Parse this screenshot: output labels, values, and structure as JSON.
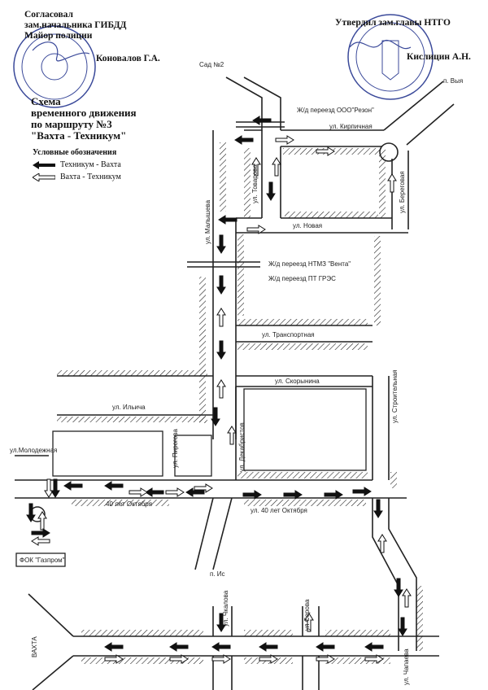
{
  "header_left": {
    "line1": "Согласовал",
    "line2": "зам.начальника ГИБДД",
    "line3": "Майор полиции",
    "signer": "Коновалов Г.А."
  },
  "header_right": {
    "line1": "Утвердил зам.главы НТГО",
    "signer": "Кислицин А.Н."
  },
  "title": {
    "line1": "Схема",
    "line2": "временного движения",
    "line3": "по маршруту №3",
    "line4": "\"Вахта - Техникум\""
  },
  "legend": {
    "heading": "Условные обозначения",
    "items": [
      {
        "label": "Техникум - Вахта",
        "style": "filled"
      },
      {
        "label": "Вахта - Техникум",
        "style": "hollow"
      }
    ]
  },
  "map_labels": {
    "sad2": "Сад №2",
    "rezon": "Ж/д переезд ООО\"Резон\"",
    "vyya": "п. Выя",
    "kirpichnaya": "ул. Кирпичная",
    "tovarova": "ул. Товарова",
    "beregovaya": "ул. Береговая",
    "novaya": "ул. Новая",
    "malysheva": "ул. Малышева",
    "ntmz": "Ж/д переезд НТМЗ \"Вента\"",
    "pt_gres": "Ж/д переезд ПТ ГРЭС",
    "transportnaya": "ул. Транспортная",
    "skorynina": "ул. Скорынина",
    "ilicha": "ул. Ильича",
    "stroitelnaya": "ул. Строительная",
    "dekabristov": "ул. Декабристов",
    "pirogova": "ул. Пирогова",
    "molodezhnaya": "ул.Молодежная",
    "oktyabrya_left": "40 лет Октября",
    "oktyabrya_right": "ул. 40 лет Октября",
    "fok": "ФОК \"Газпром\"",
    "is": "п. Ис",
    "vakhta": "ВАХТА",
    "chkalova": "ул. Чкалова",
    "serova": "ул Серова",
    "chapaeva": "ул. Чапаева"
  },
  "colors": {
    "ink": "#111111",
    "stamp": "#3b4a9a"
  }
}
